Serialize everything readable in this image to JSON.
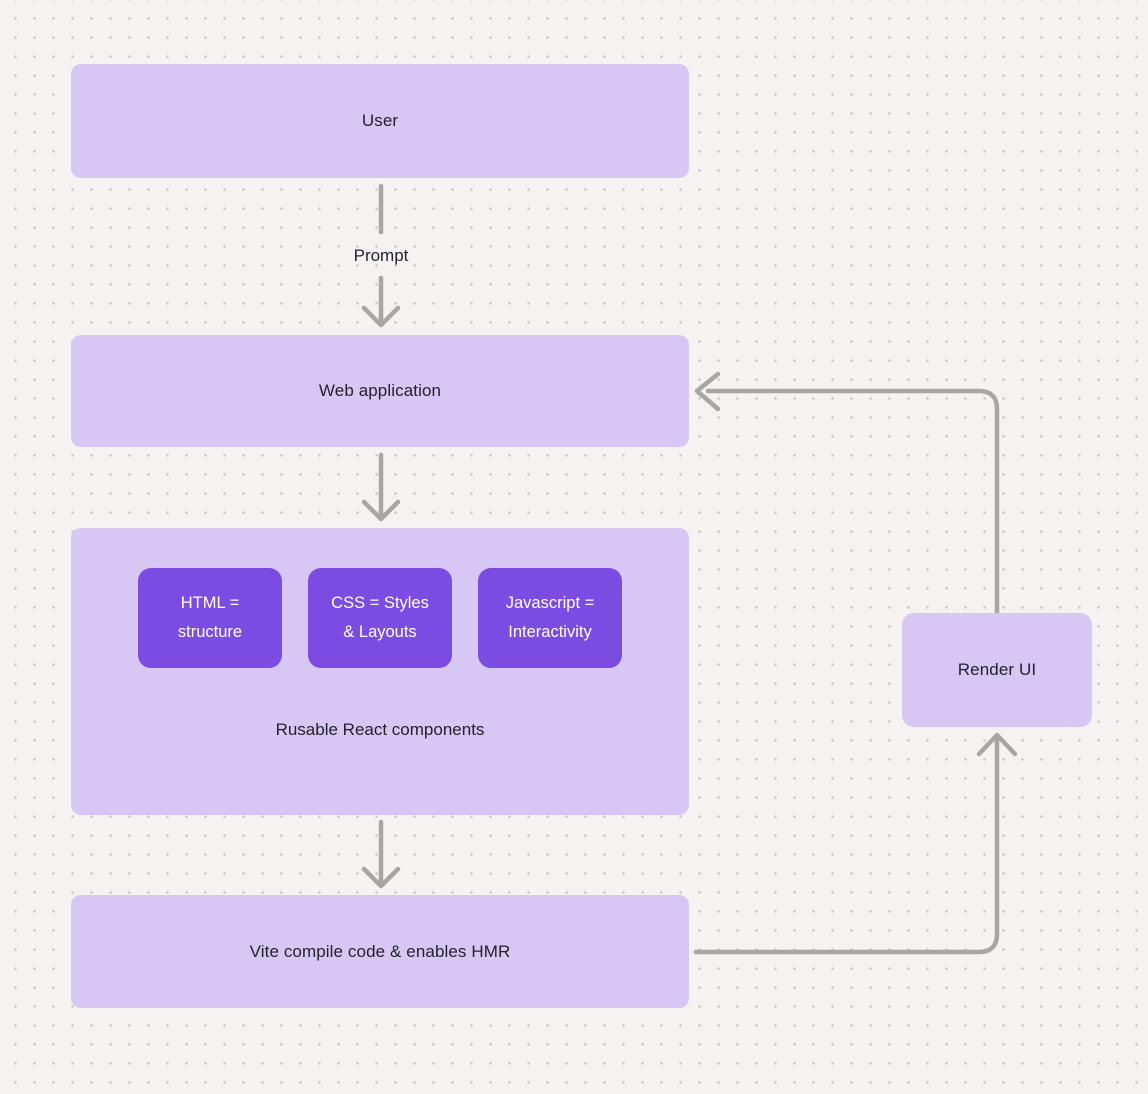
{
  "colors": {
    "canvas-bg": "#f4f3f1",
    "dot": "#c9c6c2",
    "node-fill": "#d6c7f4",
    "chip-fill": "#7c4be1",
    "chip-text": "#ffffff",
    "node-text": "#23222b",
    "connector": "#a7a6a4"
  },
  "diagram": {
    "nodes": {
      "user": {
        "label": "User"
      },
      "web_application": {
        "label": "Web application"
      },
      "components": {
        "chips": [
          {
            "label": "HTML = structure"
          },
          {
            "label": "CSS = Styles & Layouts"
          },
          {
            "label": "Javascript = Interactivity"
          }
        ],
        "caption": "Rusable React components"
      },
      "vite": {
        "label": "Vite compile code & enables HMR"
      },
      "render_ui": {
        "label": "Render UI"
      }
    },
    "edges": {
      "prompt_label": "Prompt"
    }
  }
}
